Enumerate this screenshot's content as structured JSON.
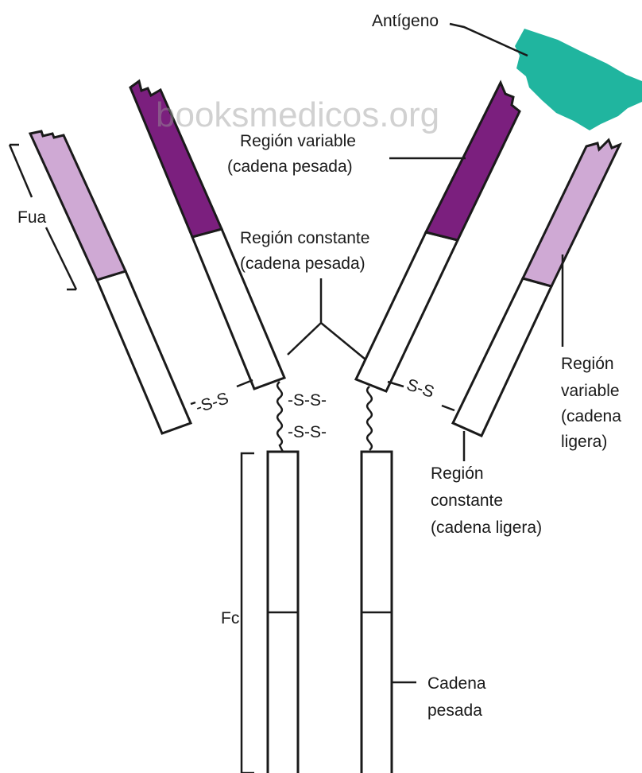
{
  "watermark": "booksmedicos.org",
  "labels": {
    "antigen": "Antígeno",
    "variable_heavy": [
      "Región variable",
      "(cadena pesada)"
    ],
    "constant_heavy": [
      "Región constante",
      "(cadena pesada)"
    ],
    "fab": "Fua",
    "variable_light": [
      "Región",
      "variable",
      "(cadena",
      "ligera)"
    ],
    "constant_light": [
      "Región",
      "constante",
      "(cadena ligera)"
    ],
    "fc": "Fc",
    "heavy_chain": [
      "Cadena",
      "pesada"
    ]
  },
  "disulfide": {
    "left_arm": "-S-S",
    "right_arm": "S-S",
    "hinge_top": "-S-S-",
    "hinge_bottom": "-S-S-"
  },
  "colors": {
    "heavy_variable": "#7b1f7e",
    "light_variable": "#cfa9d4",
    "antigen": "#20b59f",
    "outline": "#1a1a1a",
    "watermark": "#9a9a9a"
  }
}
